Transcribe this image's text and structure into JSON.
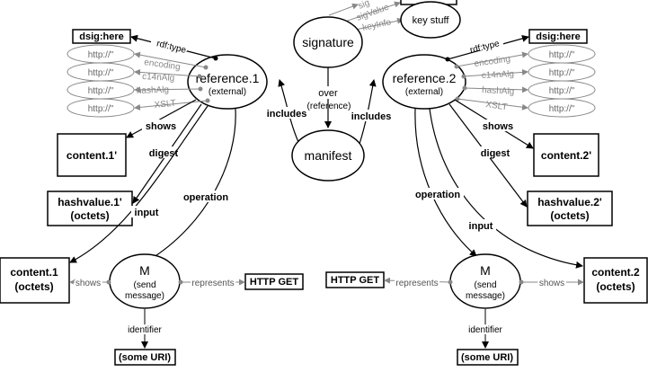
{
  "nodes": {
    "signature": "signature",
    "manifest": "manifest",
    "ref1_name": "reference.1",
    "ref1_sub": "(external)",
    "ref2_name": "reference.2",
    "ref2_sub": "(external)",
    "key_stuff": "key stuff",
    "dsig1": "dsig:here",
    "dsig2": "dsig:here",
    "http_left": [
      "http://\"",
      "http://\"",
      "http://\"",
      "http://\""
    ],
    "http_right": [
      "http://\"",
      "http://\"",
      "http://\"",
      "http://\""
    ],
    "content1p": "content.1'",
    "content2p": "content.2'",
    "hashvalue1_l1": "hashvalue.1'",
    "hashvalue1_l2": "(octets)",
    "hashvalue2_l1": "hashvalue.2'",
    "hashvalue2_l2": "(octets)",
    "content1_l1": "content.1",
    "content1_l2": "(octets)",
    "content2_l1": "content.2",
    "content2_l2": "(octets)",
    "m_left": [
      "M",
      "(send",
      "message)"
    ],
    "m_right": [
      "M",
      "(send",
      "message)"
    ],
    "http_get_left": "HTTP GET",
    "http_get_right": "HTTP GET",
    "uri_left": "(some URI)",
    "uri_right": "(some URI)"
  },
  "edge_labels": {
    "rdftype": "rdf:type",
    "encoding": "encoding",
    "c14nalg": "c14nAlg",
    "hashalg": "hashAlg",
    "xslt": "XSLT",
    "shows": "shows",
    "digest": "digest",
    "input": "input",
    "operation": "operation",
    "includes": "includes",
    "over": "over",
    "reference": "(reference)",
    "sigvalue": "sigValue",
    "sig": "sig",
    "keyinfo": "keyInfo",
    "represents": "represents",
    "identifier": "identifier"
  }
}
